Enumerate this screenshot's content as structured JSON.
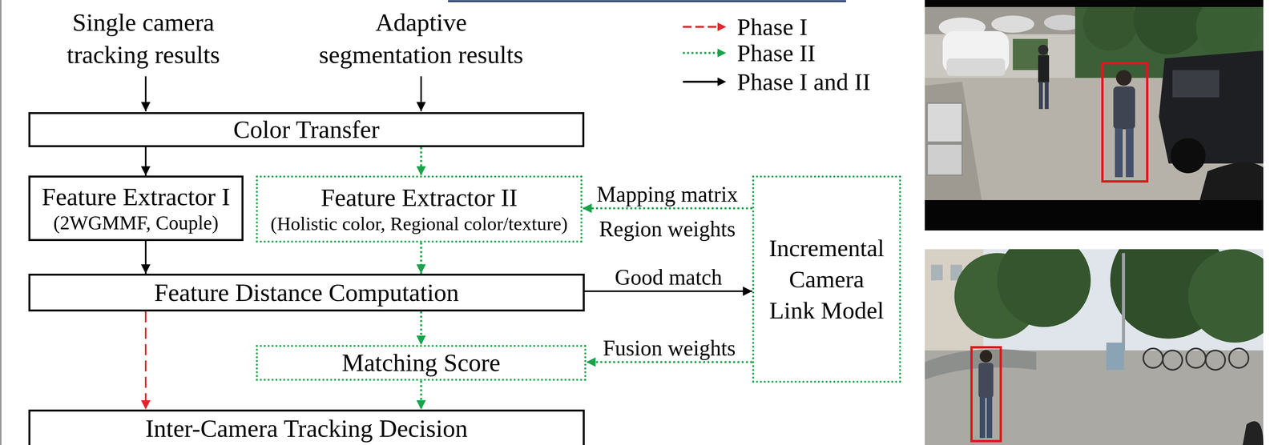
{
  "diagram": {
    "nodes": [
      {
        "text": [
          "Color Transfer"
        ]
      },
      {
        "text": [
          "Feature Extractor I",
          "(2WGMMF, Couple)"
        ]
      },
      {
        "text": [
          "Feature Extractor II",
          "(Holistic color, Regional color/texture)"
        ]
      },
      {
        "text": [
          "Incremental Camera Link Model"
        ]
      },
      {
        "text": [
          "Feature Distance Computation"
        ]
      },
      {
        "text": [
          "Matching Score"
        ]
      },
      {
        "text": [
          "Inter-Camera Tracking Decision"
        ]
      }
    ],
    "edges": [
      {
        "from": 0,
        "to": 1,
        "arrow": "to"
      },
      {
        "from": 0,
        "to": 2,
        "arrow": "to"
      },
      {
        "from": 1,
        "to": 4,
        "arrow": "to"
      },
      {
        "from": 2,
        "to": 4,
        "arrow": "to"
      },
      {
        "from": 3,
        "to": 2,
        "label": "Mapping matrix",
        "arrow": "to"
      },
      {
        "from": 4,
        "to": 3,
        "label": "Good match",
        "arrow": "to"
      },
      {
        "from": 3,
        "to": 5,
        "label": "Fusion weights",
        "arrow": "to"
      },
      {
        "from": 4,
        "to": 6,
        "arrow": "to"
      },
      {
        "from": 4,
        "to": 5,
        "arrow": "to"
      },
      {
        "from": 5,
        "to": 6,
        "arrow": "to"
      }
    ],
    "labels": [
      "Single camera tracking results",
      "Adaptive segmentation results",
      "Region weights"
    ],
    "legend": [
      {
        "text": "Phase I"
      },
      {
        "text": "Phase II"
      },
      {
        "text": "Phase I and II"
      }
    ]
  }
}
